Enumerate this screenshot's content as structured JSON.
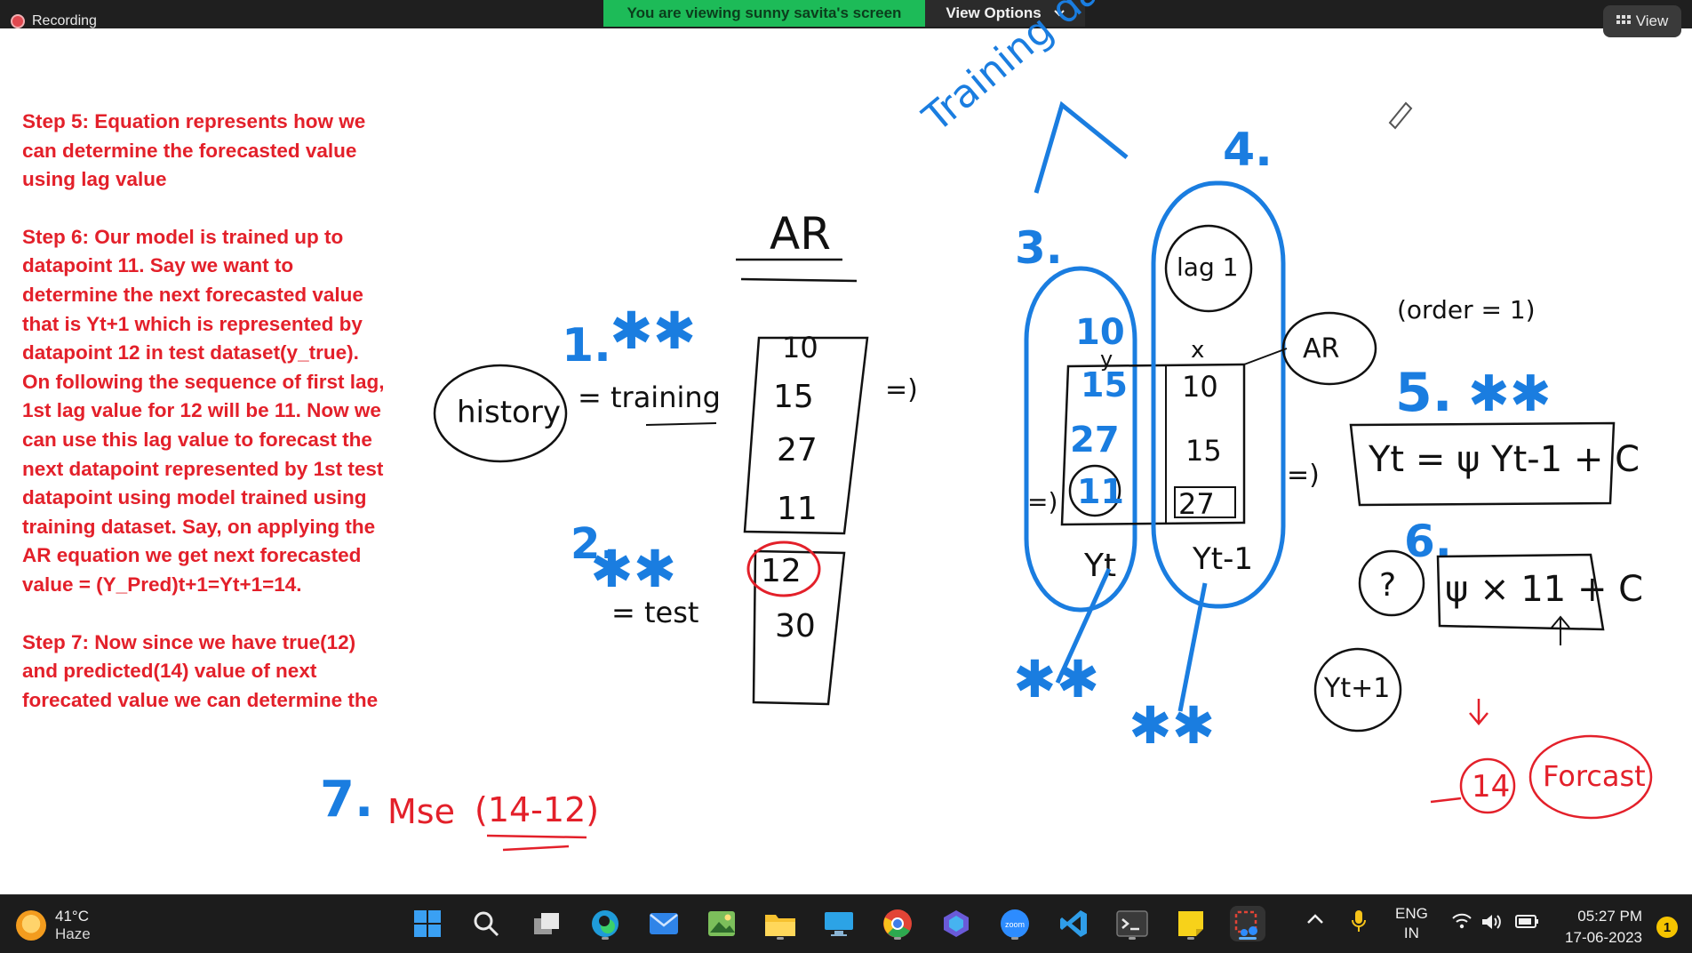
{
  "meeting": {
    "recording_label": "Recording",
    "viewing_banner": "You are viewing sunny savita's screen",
    "view_options_label": "View Options",
    "view_button_label": "View"
  },
  "notes": {
    "step5": "Step 5: Equation represents how we\ncan determine the forecasted value\nusing lag value",
    "step6": "Step 6: Our model is trained up to\ndatapoint 11. Say we want to\ndetermine the next forecasted value\nthat is Yt+1 which is represented by\ndatapoint 12 in test dataset(y_true).\nOn following the sequence of first lag,\n1st lag value for 12 will be 11. Now we\ncan use this lag value to forecast the\nnext datapoint represented by 1st test\ndatapoint using model trained using\ntraining dataset. Say, on applying the\nAR equation we get next forecasted\nvalue = (Y_Pred)t+1=Yt+1=14.",
    "step7": "Step 7: Now since we have true(12)\nand predicted(14) value of next\nforecated value we can determine the"
  },
  "whiteboard": {
    "title": "AR",
    "training_label": "Training data",
    "history": "history",
    "training": "= training",
    "test": "= test",
    "marker1": "1.",
    "marker2": "2.",
    "marker3": "3.",
    "marker4": "4.",
    "marker5": "5.",
    "marker6": "6.",
    "marker7": "7.",
    "train_values": [
      "10",
      "15",
      "27",
      "11"
    ],
    "test_values": [
      "12",
      "30"
    ],
    "yt_col_top": "10",
    "yt_values": [
      "15",
      "27",
      "11"
    ],
    "y_header": "y",
    "x_header": "x",
    "lag_values": [
      "10",
      "15",
      "27"
    ],
    "lag_label": "lag 1",
    "yt": "Yt",
    "yt_minus_1": "Yt-1",
    "ar_circle": "AR",
    "order_label": "(order = 1)",
    "equation": "Yt = ψ Yt-1 + C",
    "equation_2": "ψ × 11 + C",
    "q_mark": "?",
    "yt_plus_1": "Yt+1",
    "prediction": "14",
    "forecast": "Forcast",
    "mse": "Mse",
    "mse_expr": "(14-12)",
    "implies": "=)"
  },
  "taskbar": {
    "temperature": "41°C",
    "weather": "Haze",
    "language": "ENG",
    "region": "IN",
    "time": "05:27 PM",
    "date": "17-06-2023",
    "notifications": "1",
    "apps": [
      "start-icon",
      "search-icon",
      "task-view-icon",
      "edge-icon",
      "mail-icon",
      "photos-icon",
      "file-explorer-icon",
      "remote-desktop-icon",
      "chrome-icon",
      "copilot-icon",
      "zoom-icon",
      "vscode-icon",
      "terminal-icon",
      "sticky-notes-icon",
      "snipping-tool-icon"
    ]
  },
  "colors": {
    "note_red": "#e3202a",
    "ink_blue": "#1a7de0",
    "ink_black": "#111111",
    "banner_green": "#1dbb58"
  }
}
